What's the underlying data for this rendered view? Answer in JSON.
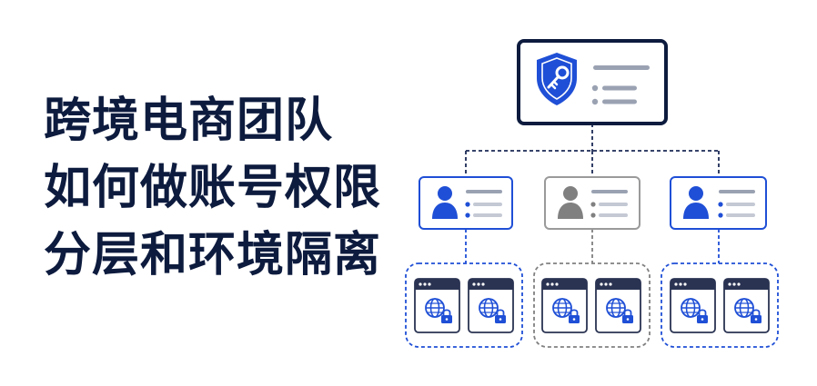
{
  "headline": {
    "lines": [
      "跨境电商团队",
      "如何做账号权限",
      "分层和环境隔离"
    ]
  },
  "diagram": {
    "root_icon": "shield-key-icon",
    "members": [
      {
        "role": "member-left",
        "icon": "user-icon",
        "color": "#1f4fd6",
        "env_icon": "globe-lock-icon"
      },
      {
        "role": "member-center",
        "icon": "user-icon",
        "color": "#808080",
        "env_icon": "globe-lock-icon"
      },
      {
        "role": "member-right",
        "icon": "user-icon",
        "color": "#1f4fd6",
        "env_icon": "globe-lock-icon"
      }
    ],
    "colors": {
      "navy": "#0d1b3e",
      "blue": "#1f4fd6",
      "grey": "#808080",
      "line": "#c4c9d4"
    }
  }
}
